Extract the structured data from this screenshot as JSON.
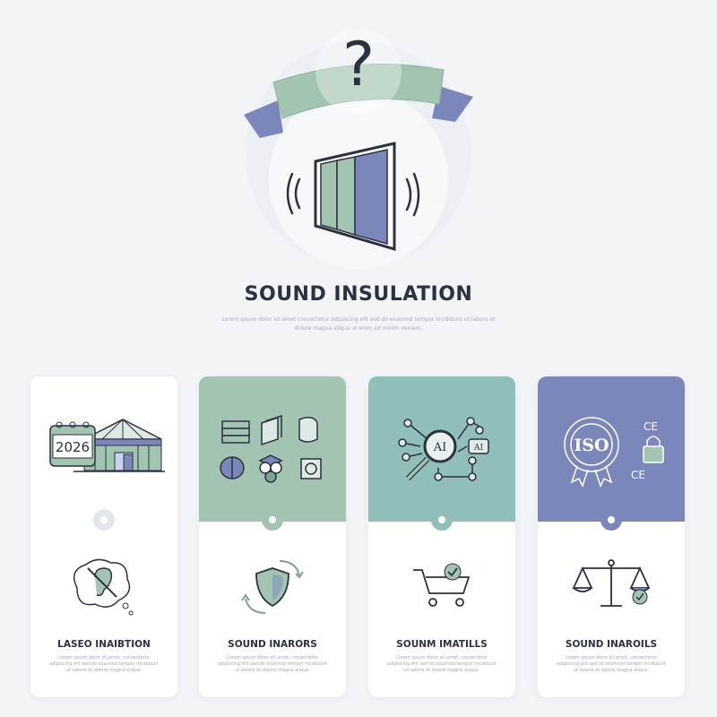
{
  "header": {
    "title": "SOUND INSULATION",
    "subtitle": "Lorem ipsum dolor sit amet consectetur adipiscing elit sed do eiusmod tempor incididunt ut labore et dolore magna aliqua ut enim ad minim veniam."
  },
  "colors": {
    "background": "#f2f4f8",
    "green": "#a3c4b0",
    "teal": "#8fbfb8",
    "purple": "#7b87bb",
    "ink": "#2c3140"
  },
  "cards": [
    {
      "title": "LASEO INAIBTION",
      "body": "Lorem ipsum dolor sit amet, consectetur adipiscing elit sed do eiusmod tempor incididunt ut labore et dolore magna aliqua.",
      "calendar_year": "2026",
      "top_color": "#ffffff"
    },
    {
      "title": "SOUND INARORS",
      "body": "Lorem ipsum dolor sit amet, consectetur adipiscing elit sed do eiusmod tempor incididunt ut labore et dolore magna aliqua.",
      "top_color": "#a3c4b0"
    },
    {
      "title": "SOUNM IMATILLS",
      "body": "Lorem ipsum dolor sit amet, consectetur adipiscing elit sed do eiusmod tempor incididunt ut labore et dolore magna aliqua.",
      "ai_label": "AI",
      "top_color": "#8fbfb8"
    },
    {
      "title": "SOUND INAROILS",
      "body": "Lorem ipsum dolor sit amet, consectetur adipiscing elit sed do eiusmod tempor incididunt ut labore et dolore magna aliqua.",
      "iso_label": "ISO",
      "ce_label": "CE",
      "top_color": "#7b87bb"
    }
  ]
}
